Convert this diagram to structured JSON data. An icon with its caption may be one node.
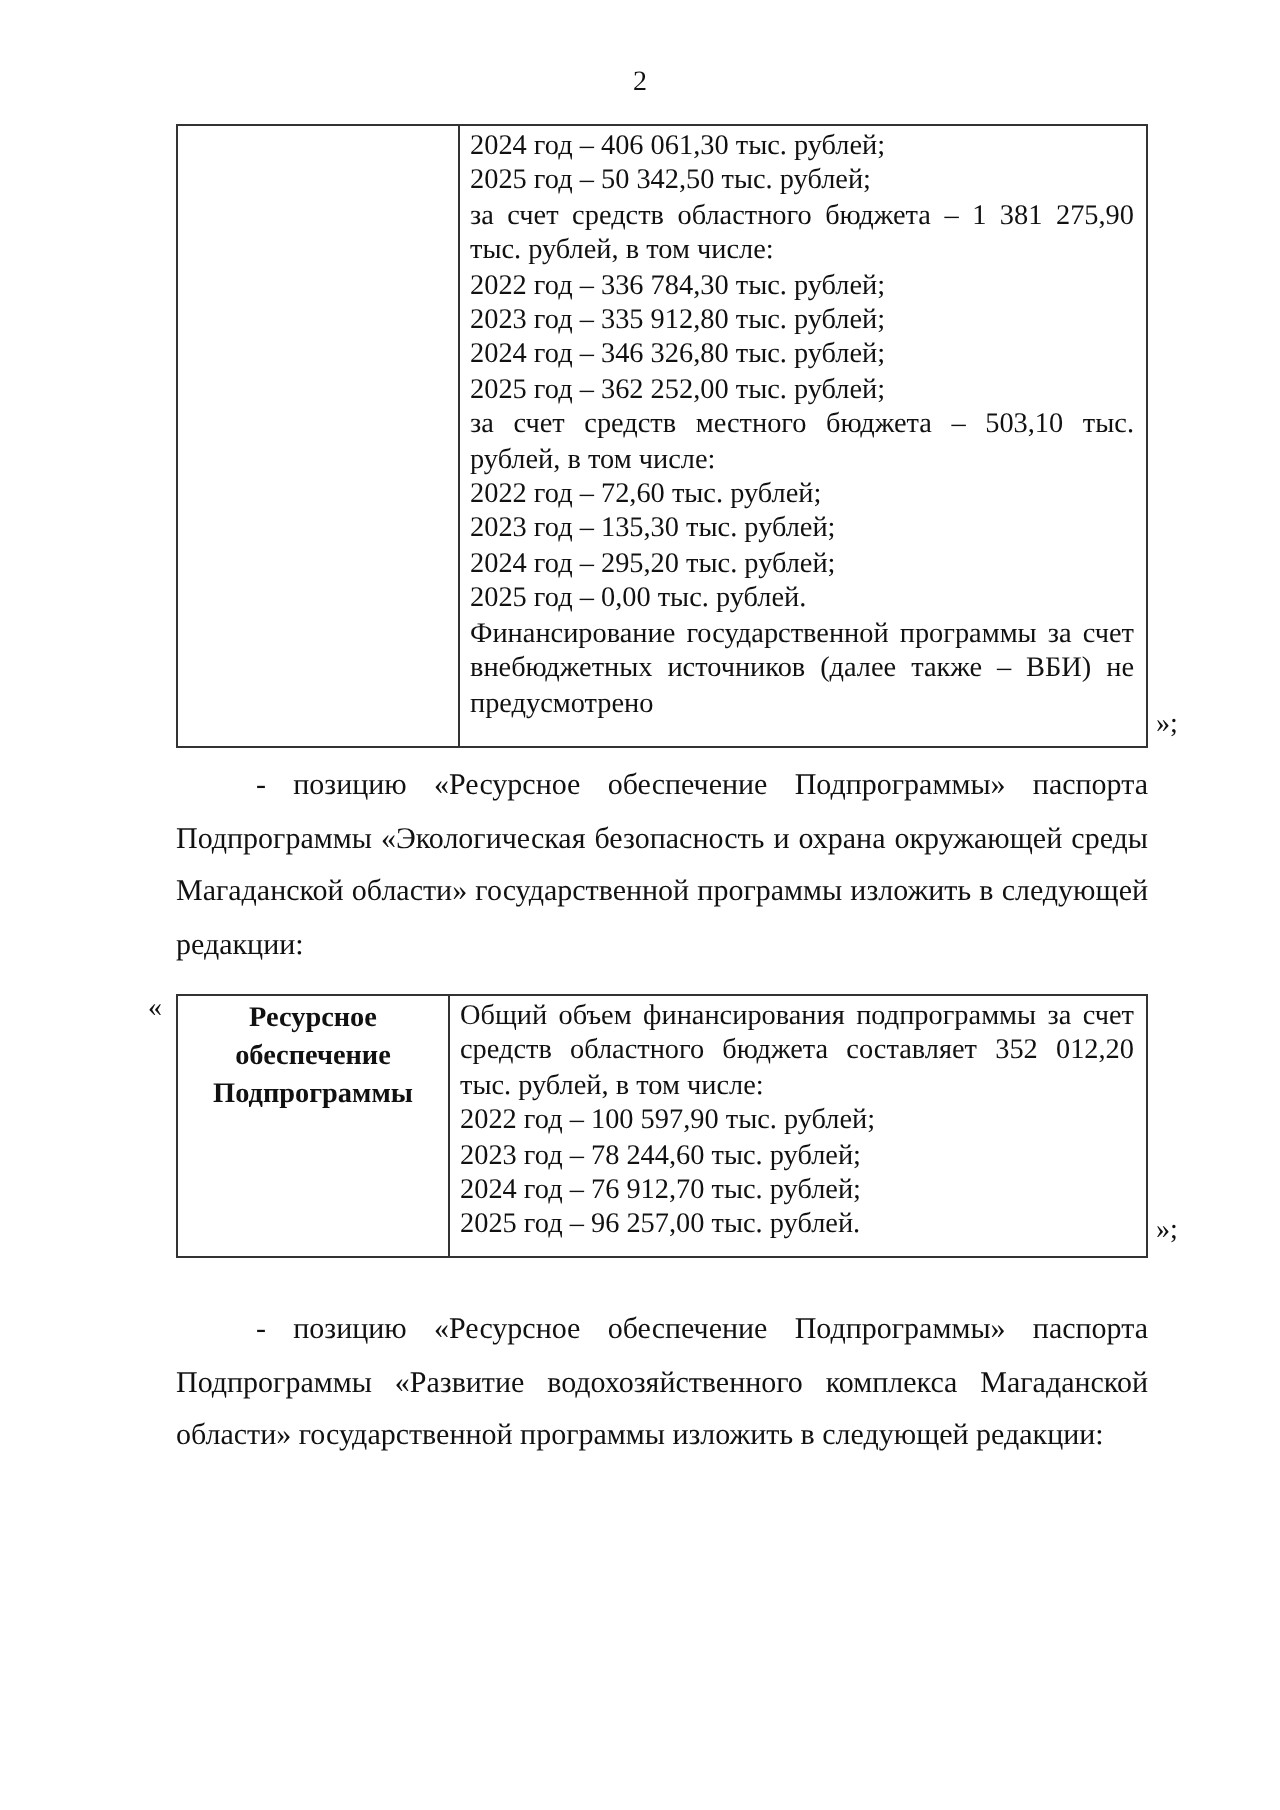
{
  "diagram": {
    "labels": [
      "2",
      "2024 год – 406 061,30 тыс. рублей;",
      "2025 год – 50 342,50 тыс. рублей;",
      "за счет средств областного бюджета – 1 381 275,90 тыс. рублей, в том числе:",
      "2022 год – 336 784,30 тыс. рублей;",
      "2023 год – 335 912,80 тыс. рублей;",
      "2024 год – 346 326,80 тыс. рублей;",
      "2025 год – 362 252,00 тыс. рублей;",
      "за счет средств местного бюджета – 503,10 тыс. рублей, в том числе:",
      "2022 год – 72,60 тыс. рублей;",
      "2023 год – 135,30 тыс. рублей;",
      "2024 год – 295,20 тыс. рублей;",
      "2025 год – 0,00 тыс. рублей.",
      "Финансирование государственной программы за счет внебюджетных источников (далее также – ВБИ) не предусмотрено",
      "»;",
      "- позицию «Ресурсное обеспечение Подпрограммы» паспорта Подпрограммы «Экологическая безопасность и охрана окружающей среды Магаданской области» государственной программы изложить в следующей редакции:",
      "«",
      "Ресурсное обеспечение Подпрограммы",
      "Общий объем финансирования подпрограммы за счет средств областного бюджета составляет 352 012,20 тыс. рублей, в том числе:",
      "2022 год – 100 597,90 тыс. рублей;",
      "2023 год – 78 244,60 тыс. рублей;",
      "2024 год – 76 912,70 тыс. рублей;",
      "2025 год – 96 257,00 тыс. рублей.",
      "»;",
      "- позицию «Ресурсное обеспечение Подпрограммы» паспорта Подпрограммы «Развитие водохозяйственного комплекса Магаданской области» государственной программы изложить в следующей редакции:"
    ]
  }
}
